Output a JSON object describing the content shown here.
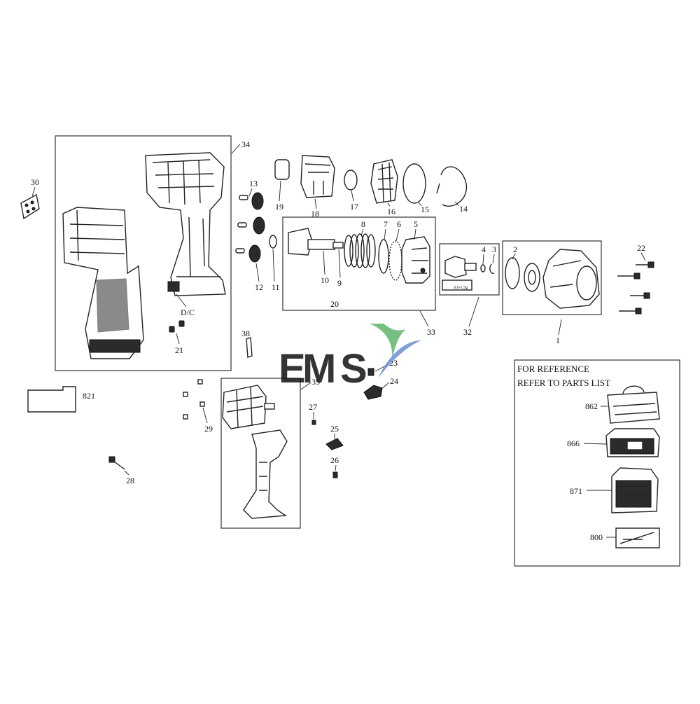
{
  "watermark": {
    "letters": [
      "E",
      "M",
      "S"
    ],
    "colors": [
      "#5b7fc4",
      "#e8764f",
      "#5fb46a"
    ],
    "swoosh_colors": [
      "#5fb46a",
      "#6c8fd3"
    ]
  },
  "reference_panel": {
    "line1": "FOR REFERENCE",
    "line2": "REFER TO PARTS LIST"
  },
  "callouts": {
    "p1": "1",
    "p2": "2",
    "p3": "3",
    "p4": "4",
    "p5": "5",
    "p6": "6",
    "p7": "7",
    "p8": "8",
    "p9": "9",
    "p10": "10",
    "p11": "11",
    "p12": "12",
    "p13": "13",
    "p14": "14",
    "p15": "15",
    "p16": "16",
    "p17": "17",
    "p18": "18",
    "p19": "19",
    "p20": "20",
    "p21": "21",
    "p22": "22",
    "p23": "23",
    "p24": "24",
    "p25": "25",
    "p26": "26",
    "p27": "27",
    "p28": "28",
    "p29": "29",
    "p30": "30",
    "p32": "32",
    "p33": "33",
    "p34": "34",
    "p35": "35",
    "p38": "38",
    "p800": "800",
    "p821": "821",
    "p862": "862",
    "p866": "866",
    "p871": "871",
    "dc": "D/C"
  },
  "grease_label": "0.6-1.5g"
}
